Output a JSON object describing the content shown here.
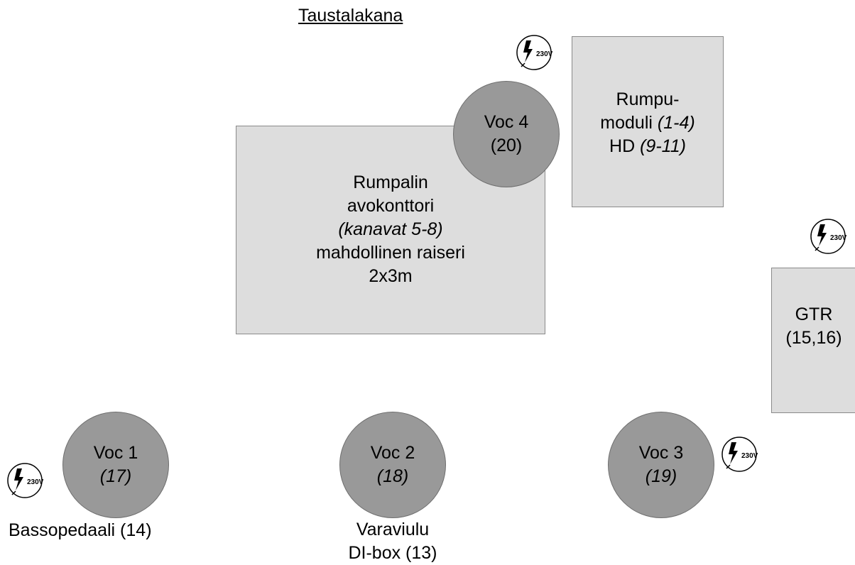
{
  "title": "Taustalakana",
  "power_label": "230V",
  "drums_riser": {
    "line1": "Rumpalin",
    "line2": "avokonttori",
    "line3": "(kanavat 5-8)",
    "line4": "mahdollinen raiseri",
    "line5": "2x3m"
  },
  "drum_module": {
    "line1": "Rumpu-",
    "line2a": "moduli ",
    "line2b": "(1-4)",
    "line3a": "HD ",
    "line3b": "(9-11)"
  },
  "guitar": {
    "line1": "GTR",
    "line2": "(15,16)"
  },
  "voc4": {
    "name": "Voc 4",
    "channel": "(20)"
  },
  "voc1": {
    "name": "Voc 1",
    "channel": "(17)"
  },
  "voc2": {
    "name": "Voc 2",
    "channel": "(18)"
  },
  "voc3": {
    "name": "Voc 3",
    "channel": "(19)"
  },
  "bass_pedal": "Bassopedaali (14)",
  "spare_violin": {
    "line1": "Varaviulu",
    "line2": "DI-box (13)"
  },
  "colors": {
    "box": "#dddddd",
    "circle": "#999999",
    "border": "#8a8a8a"
  }
}
